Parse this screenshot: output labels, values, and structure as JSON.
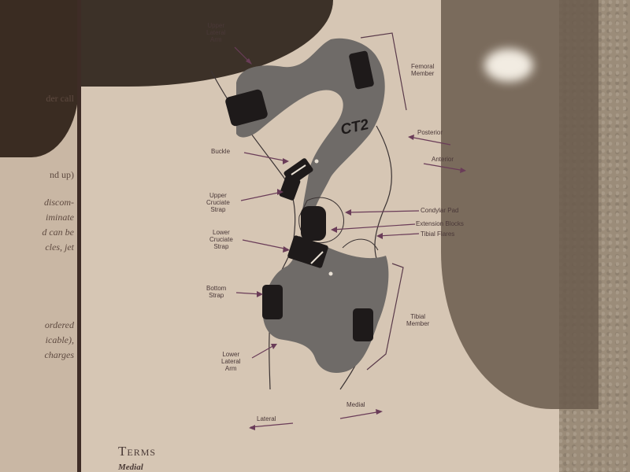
{
  "left_page": {
    "lines": [
      {
        "text": "der call",
        "italic": false
      },
      {
        "text": "nd up)",
        "italic": false
      },
      {
        "text": "discom-",
        "italic": true
      },
      {
        "text": "iminate",
        "italic": true
      },
      {
        "text": "d can be",
        "italic": true
      },
      {
        "text": "cles, jet",
        "italic": true
      },
      {
        "text": "ordered",
        "italic": true
      },
      {
        "text": "icable),",
        "italic": true
      },
      {
        "text": "charges",
        "italic": true
      }
    ]
  },
  "diagram": {
    "logo": "CT2",
    "labels": {
      "upper_lateral_arm": [
        "Upper",
        "Lateral",
        "Arm"
      ],
      "femoral_member": [
        "Femoral",
        "Member"
      ],
      "posterior": "Posterior",
      "anterior": "Anterior",
      "buckle": "Buckle",
      "upper_cruciate_strap": [
        "Upper",
        "Cruciate",
        "Strap"
      ],
      "condylar_pad": "Condylar Pad",
      "extension_blocks": "Extension Blocks",
      "tibial_flares": "Tibial Flares",
      "lower_cruciate_strap": [
        "Lower",
        "Cruciate",
        "Strap"
      ],
      "bottom_strap": [
        "Bottom",
        "Strap"
      ],
      "tibial_member": [
        "Tibial",
        "Member"
      ],
      "lower_lateral_arm": [
        "Lower",
        "Lateral",
        "Arm"
      ],
      "lateral": "Lateral",
      "medial": "Medial"
    }
  },
  "section": {
    "terms_heading": "Terms",
    "next_term": "Medial"
  },
  "colors": {
    "page": "#d6c6b4",
    "brace_gray": "#6f6b68",
    "strap_black": "#1e1a1a",
    "leader_purple": "#6a3c58",
    "text": "#4a3838"
  }
}
